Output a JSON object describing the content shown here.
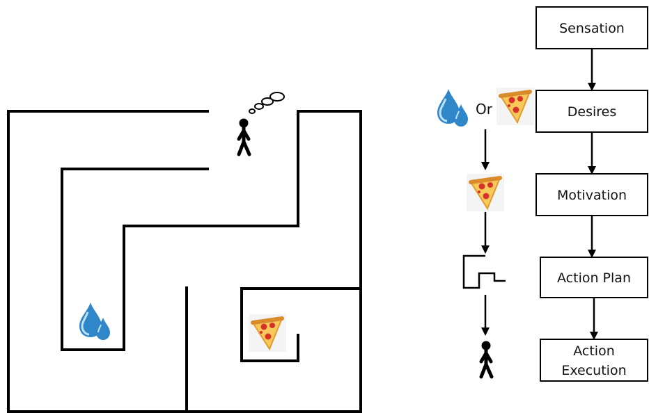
{
  "flow": {
    "stages": [
      "Sensation",
      "Desires",
      "Motivation",
      "Action Plan",
      "Action Execution"
    ],
    "stage_lines": {
      "sensation": "Sensation",
      "desires": "Desires",
      "motivation": "Motivation",
      "action_plan": "Action Plan",
      "action_execution_line1": "Action",
      "action_execution_line2": "Execution"
    }
  },
  "choice": {
    "or_label": "Or"
  },
  "icons": {
    "water": "water-drops-icon",
    "pizza": "pizza-slice-icon",
    "person": "stick-figure-icon",
    "thought": "thought-bubble-icon",
    "plan": "path-plan-icon"
  },
  "colors": {
    "stroke": "#000000",
    "water_light": "#9fd3f2",
    "water_dark": "#1e73b8",
    "pizza_crust": "#e9a23b",
    "pizza_cheese": "#f7cf5c",
    "pepperoni": "#d8332b"
  }
}
